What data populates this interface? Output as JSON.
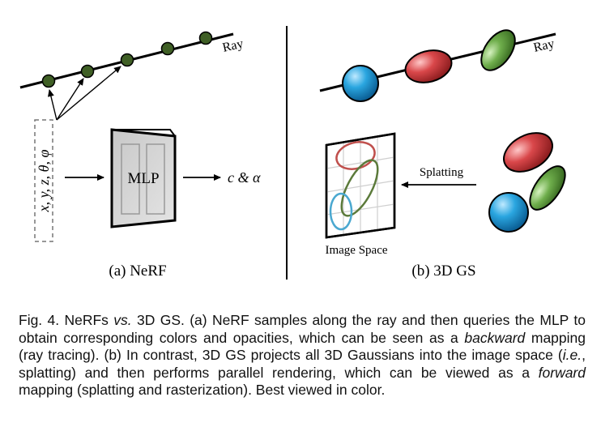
{
  "figure": {
    "nerf": {
      "ray_label": "Ray",
      "inputs_label": "x, y, z, θ, φ",
      "mlp_label": "MLP",
      "output_label": "c & α",
      "subcaption": "(a) NeRF"
    },
    "gs": {
      "ray_label": "Ray",
      "splatting_label": "Splatting",
      "image_space_label": "Image Space",
      "subcaption": "(b) 3D GS"
    },
    "colors": {
      "sample_point": "#3f5f25",
      "gaussian_blue": "#2aa6e0",
      "gaussian_red": "#d9474a",
      "gaussian_green": "#6fae4c",
      "ellipse_red": "#c0504d",
      "ellipse_green": "#5b7a3a",
      "ellipse_blue": "#4aa8d0"
    }
  },
  "caption": {
    "prefix": "Fig. 4.  NeRFs ",
    "vs": "vs.",
    "part1": " 3D GS. (a) NeRF samples along the ray and then queries the MLP to obtain corresponding colors and opacities, which can be seen as a ",
    "backward": "backward",
    "part2": " mapping (ray tracing). (b) In contrast, 3D GS projects all 3D Gaussians into the image space (",
    "ie": "i.e.",
    "part3": ", splatting) and then performs parallel rendering, which can be viewed as a ",
    "forward": "forward",
    "part4": " mapping (splatting and rasterization). Best viewed in color."
  }
}
